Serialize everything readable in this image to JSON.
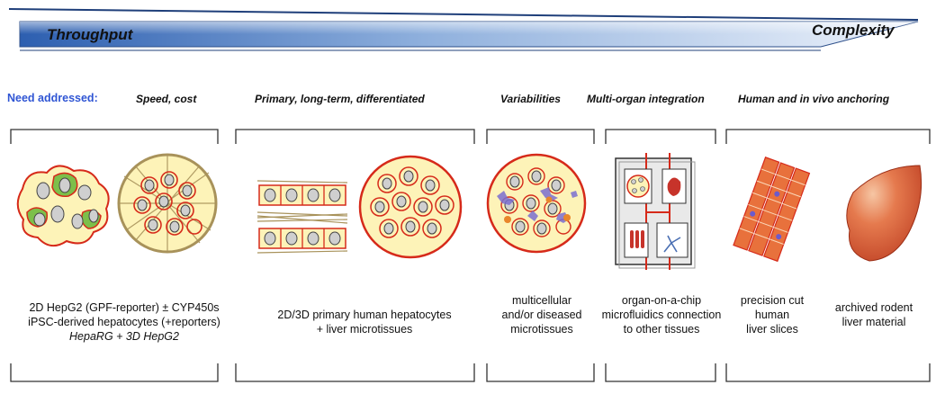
{
  "banner": {
    "left_label": "Throughput",
    "right_label": "Complexity"
  },
  "need_label": "Need addressed:",
  "columns": [
    {
      "header": "Speed, cost",
      "lines": [
        "2D HepG2  (GPF-reporter) ± CYP450s",
        "iPSC-derived hepatocytes (+reporters)",
        "HepaRG + 3D HepG2"
      ]
    },
    {
      "header": "Primary, long-term, differentiated",
      "lines": [
        "2D/3D primary human hepatocytes",
        "+ liver microtissues"
      ]
    },
    {
      "header": "Variabilities",
      "lines": [
        "multicellular",
        "and/or diseased",
        "microtissues"
      ]
    },
    {
      "header": "Multi-organ integration",
      "lines": [
        "organ-on-a-chip",
        "microfluidics connection",
        "to other tissues"
      ]
    },
    {
      "header": "Human and in vivo anchoring",
      "lines_a": [
        "precision cut",
        "human",
        "liver slices"
      ],
      "lines_b": [
        "archived rodent",
        "liver material"
      ]
    }
  ],
  "colors": {
    "banner_dark": "#2d5fb0",
    "banner_light": "#e8f0fa",
    "need_blue": "#2f55d4",
    "cell_fill": "#fdf3b8",
    "cell_edge": "#d62a1a",
    "nucleus": "#cfcfcf",
    "green_cell": "#7dbf4a",
    "fiber": "#a8925a",
    "purple": "#6a5acd",
    "liver": "#d9532e"
  }
}
